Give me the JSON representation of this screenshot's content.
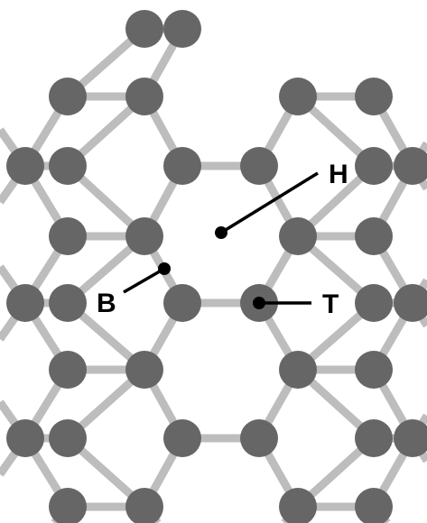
{
  "diagram": {
    "type": "hexagonal lattice",
    "colors": {
      "background": "#ffffff",
      "bond": "#bdbdbd",
      "atom": "#666666",
      "marker": "#000000"
    },
    "labels": {
      "hollow": "H",
      "bridge": "B",
      "top": "T"
    }
  }
}
